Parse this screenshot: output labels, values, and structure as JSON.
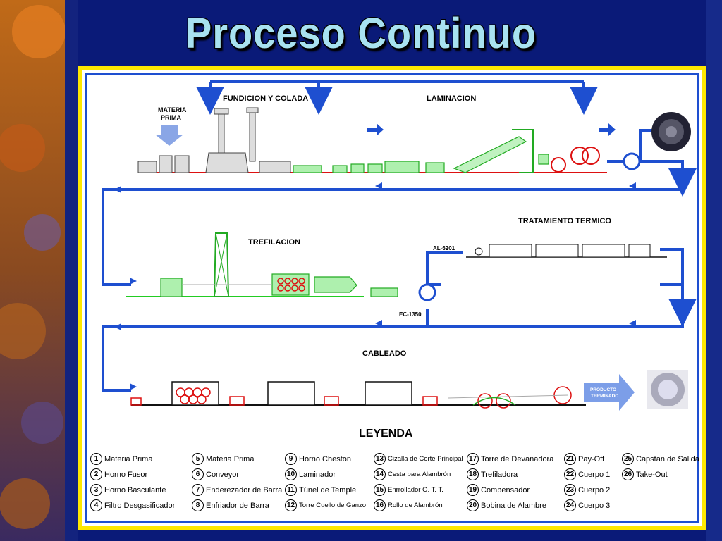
{
  "slide": {
    "title": "Proceso Continuo"
  },
  "diagram": {
    "sections": {
      "fundicion": "FUNDICION Y COLADA",
      "laminacion": "LAMINACION",
      "trefilacion": "TREFILACION",
      "tratamiento": "TRATAMIENTO TERMICO",
      "cableado": "CABLEADO"
    },
    "materia_prima": [
      "MATERIA",
      "PRIMA"
    ],
    "alloys": {
      "al6201": "AL-6201",
      "ec1350": "EC-1350"
    },
    "producto_terminado": [
      "PRODUCTO",
      "TERMINADO"
    ]
  },
  "legend": {
    "title": "LEYENDA",
    "items": [
      {
        "n": "1",
        "label": "Materia Prima"
      },
      {
        "n": "2",
        "label": "Horno Fusor"
      },
      {
        "n": "3",
        "label": "Horno Basculante"
      },
      {
        "n": "4",
        "label": "Filtro Desgasificador"
      },
      {
        "n": "5",
        "label": "Materia Prima"
      },
      {
        "n": "6",
        "label": "Conveyor"
      },
      {
        "n": "7",
        "label": "Enderezador de Barra"
      },
      {
        "n": "8",
        "label": "Enfriador de Barra"
      },
      {
        "n": "9",
        "label": "Horno Cheston"
      },
      {
        "n": "10",
        "label": "Laminador"
      },
      {
        "n": "11",
        "label": "Túnel de Temple"
      },
      {
        "n": "12",
        "label": "Torre Cuello de Ganzo"
      },
      {
        "n": "13",
        "label": "Cizalla de Corte Principal"
      },
      {
        "n": "14",
        "label": "Cesta para Alambrón"
      },
      {
        "n": "15",
        "label": "Enrrollador O. T. T."
      },
      {
        "n": "16",
        "label": "Rollo de Alambrón"
      },
      {
        "n": "17",
        "label": "Torre de Devanadora"
      },
      {
        "n": "18",
        "label": "Trefiladora"
      },
      {
        "n": "19",
        "label": "Compensador"
      },
      {
        "n": "20",
        "label": "Bobina de Alambre"
      },
      {
        "n": "21",
        "label": "Pay-Off"
      },
      {
        "n": "22",
        "label": "Cuerpo 1"
      },
      {
        "n": "23",
        "label": "Cuerpo 2"
      },
      {
        "n": "24",
        "label": "Cuerpo 3"
      },
      {
        "n": "25",
        "label": "Capstan de Salida"
      },
      {
        "n": "26",
        "label": "Take-Out"
      }
    ]
  },
  "colors": {
    "background": "#0a1a78",
    "frame": "#ffe800",
    "flow_line": "#1e4fd0",
    "equipment_green": "#22cc22",
    "equipment_red": "#dd1111",
    "title": "#a8e2f0"
  }
}
